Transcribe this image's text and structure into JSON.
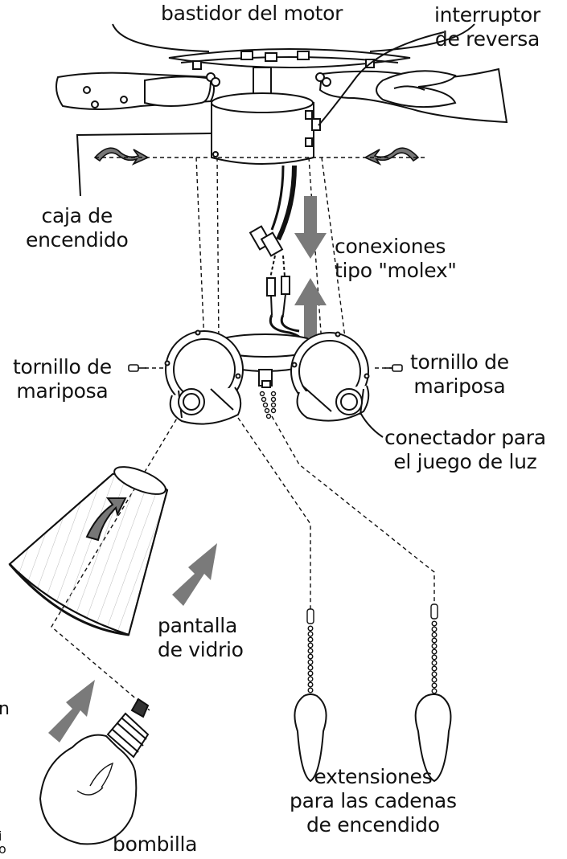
{
  "labels": {
    "motor_housing": "bastidor del motor",
    "reverse_switch": [
      "interruptor",
      "de reversa"
    ],
    "switch_housing": [
      "caja de",
      "encendido"
    ],
    "molex": [
      "conexiones",
      "tipo \"molex\""
    ],
    "thumb_screw_left": [
      "tornillo de",
      "mariposa"
    ],
    "thumb_screw_right": [
      "tornillo de",
      "mariposa"
    ],
    "light_kit_connector": [
      "conectador para",
      "el juego de luz"
    ],
    "glass_shade": [
      "pantalla",
      "de vidrio"
    ],
    "bulb": "bombilla",
    "chain_extensions": [
      "extensiones",
      "para las cadenas",
      "de encendido"
    ]
  },
  "edge_fragments": [
    "n",
    "i",
    "o"
  ],
  "colors": {
    "line": "#111111",
    "arrow": "#7a7a7a",
    "fill": "#ffffff"
  }
}
